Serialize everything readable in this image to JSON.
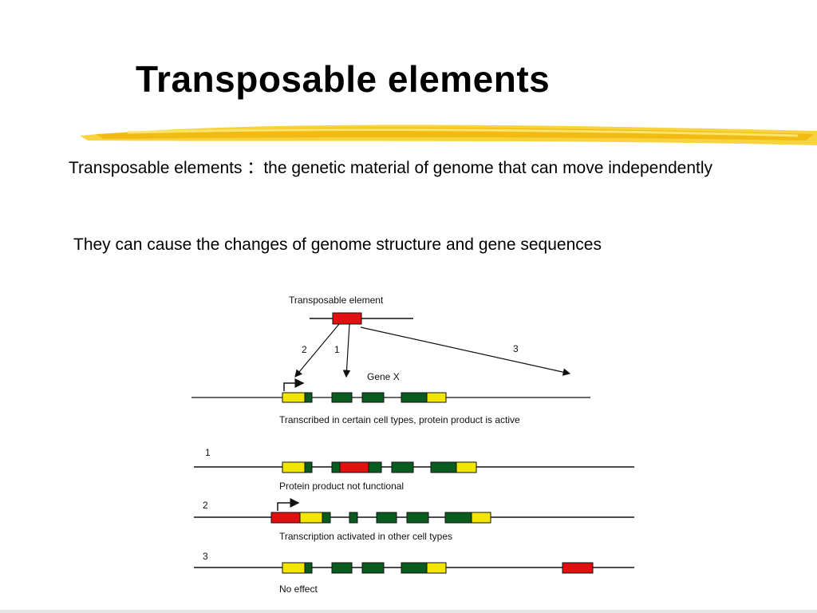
{
  "slide": {
    "title": "Transposable elements",
    "paragraphs": [
      "Transposable elements ：the genetic material of genome that can move independently",
      "They can cause the changes of genome structure and gene sequences"
    ]
  },
  "diagram": {
    "element_label": "Transposable element",
    "gene_label": "Gene X",
    "arrow_labels": [
      "2",
      "1",
      "3"
    ],
    "rows": [
      {
        "label": "",
        "caption": "Transcribed in certain cell types, protein product is active"
      },
      {
        "label": "1",
        "caption": "Protein product not functional"
      },
      {
        "label": "2",
        "caption": "Transcription activated in other cell types"
      },
      {
        "label": "3",
        "caption": "No effect"
      }
    ]
  },
  "colors": {
    "transposon": "#e01010",
    "exon": "#0a5c1e",
    "utr": "#f2e600",
    "highlighter": "#f5c400"
  }
}
